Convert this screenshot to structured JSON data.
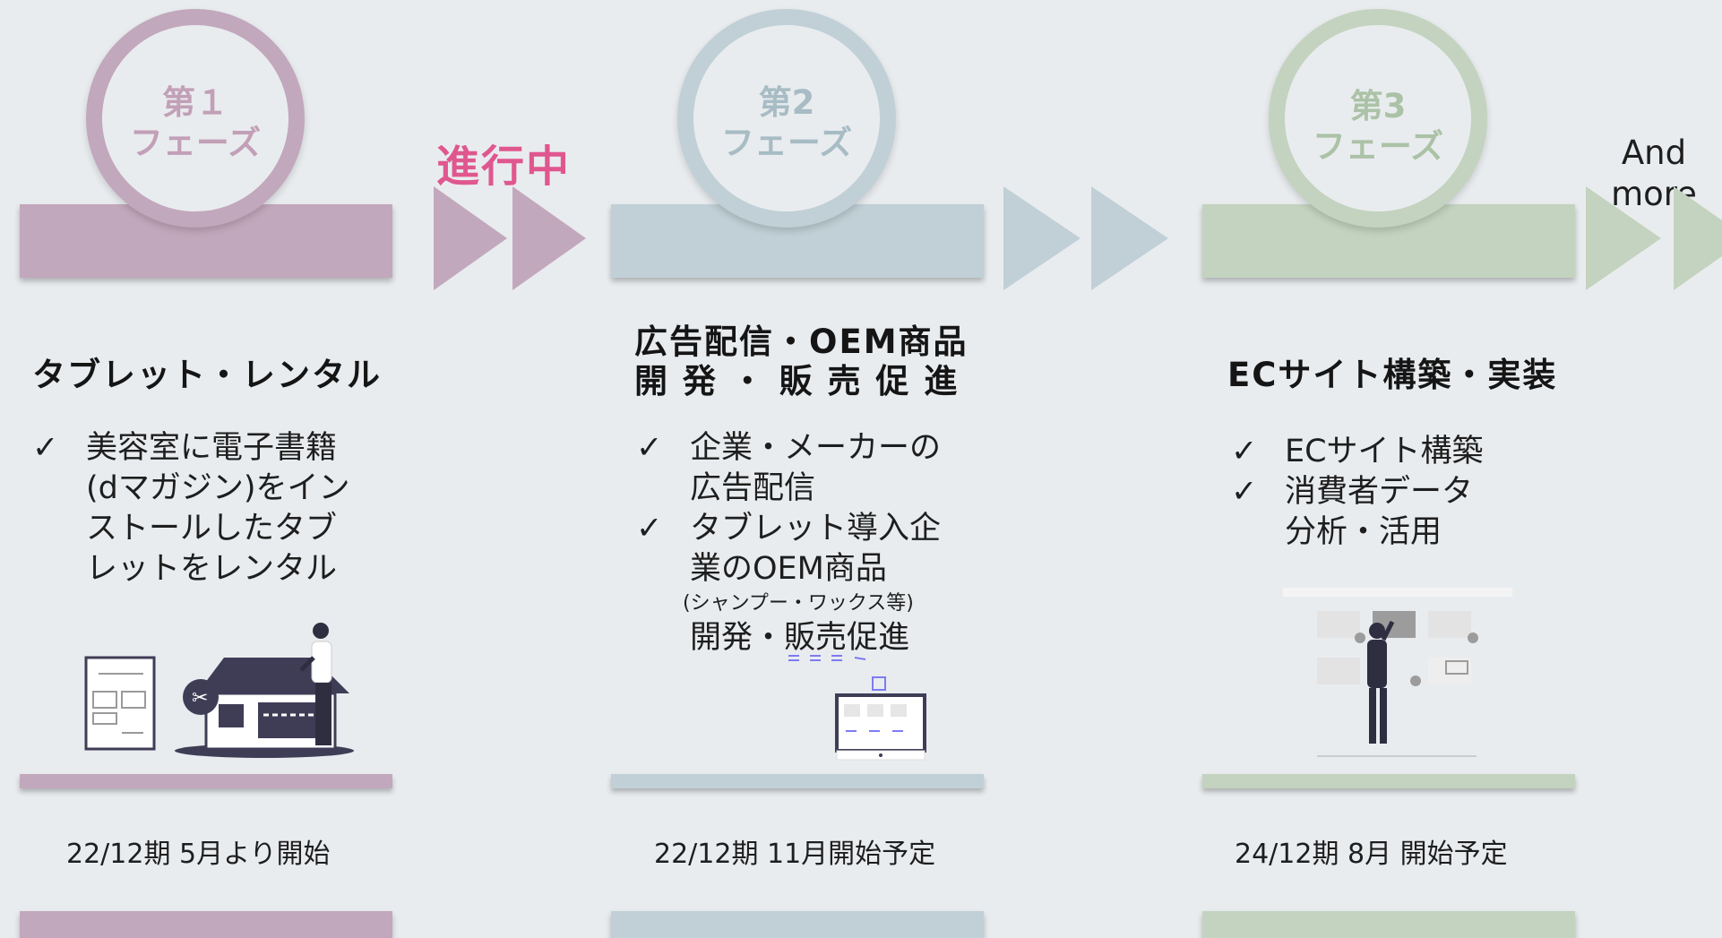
{
  "colors": {
    "phase1": "#c2a8bc",
    "phase1_text": "#c2a0b7",
    "phase2": "#c0d0d6",
    "phase2_text": "#a7bcc4",
    "phase3": "#c3d3bf",
    "phase3_text": "#abc2a6",
    "in_progress": "#e0578f",
    "background": "#e9ecef"
  },
  "status_label": "進行中",
  "more_label": "And more",
  "phases": [
    {
      "circle_line1": "第１",
      "circle_line2": "フェーズ",
      "title": "タブレット・レンタル",
      "bullets": [
        {
          "check": "✓",
          "lines": [
            "美容室に電子書籍",
            "(dマガジン)をイン",
            "ストールしたタブ",
            "レットをレンタル"
          ]
        }
      ],
      "date": "22/12期 5月より開始",
      "illustration": "shop-owner-illustration"
    },
    {
      "circle_line1": "第2",
      "circle_line2": "フェーズ",
      "title_line1": "広告配信・OEM商品",
      "title_line2": "開 発 ・ 販 売 促 進",
      "bullets": [
        {
          "check": "✓",
          "lines": [
            "企業・メーカーの",
            "広告配信"
          ]
        },
        {
          "check": "✓",
          "lines": [
            "タブレット導入企",
            "業のOEM商品"
          ],
          "note": "(シャンプー・ワックス等)",
          "after": "開発・販売促進"
        }
      ],
      "date": "22/12期 11月開始予定",
      "illustration": "monitor-illustration"
    },
    {
      "circle_line1": "第3",
      "circle_line2": "フェーズ",
      "title": "ECサイト構築・実装",
      "bullets": [
        {
          "check": "✓",
          "lines": [
            "ECサイト構築"
          ]
        },
        {
          "check": "✓",
          "lines": [
            "消費者データ",
            "分析・活用"
          ]
        }
      ],
      "date": "24/12期 8月 開始予定",
      "illustration": "woman-dashboard-illustration"
    }
  ]
}
